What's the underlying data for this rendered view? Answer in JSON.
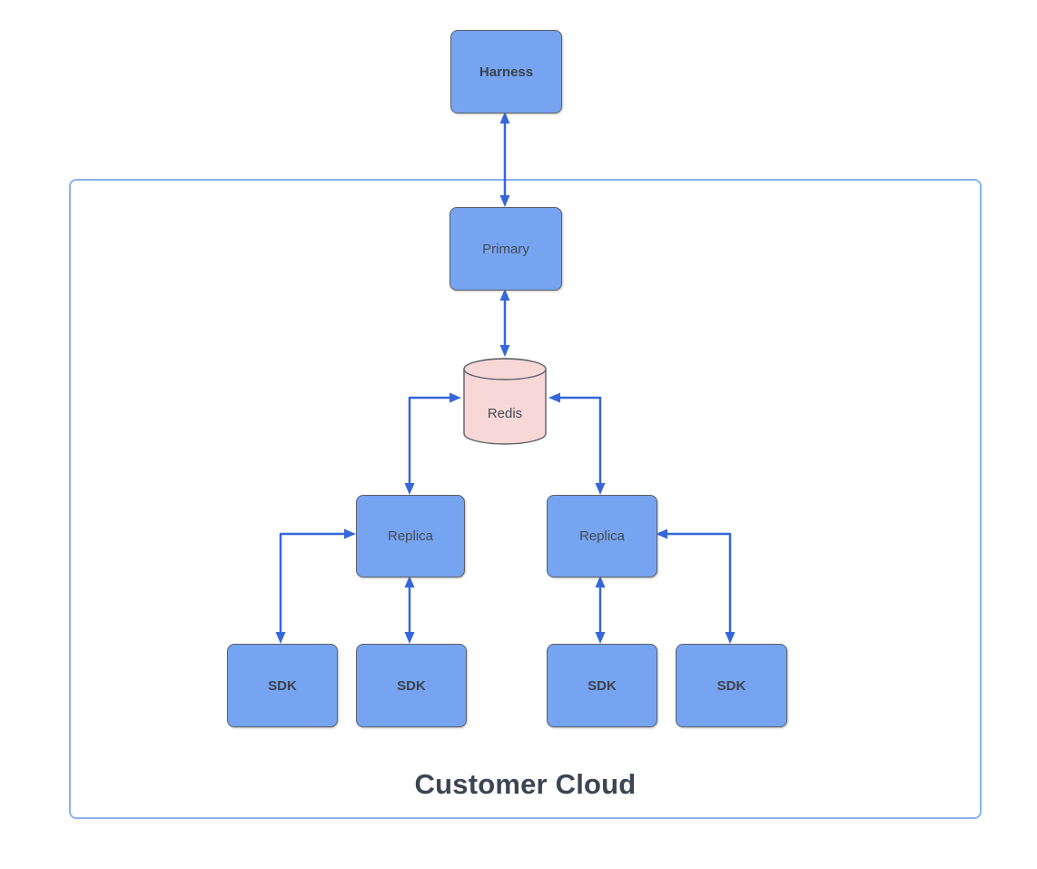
{
  "boundary": {
    "label": "Customer Cloud"
  },
  "nodes": {
    "harness": {
      "label": "Harness",
      "shape": "rectangle",
      "text_style": "bold"
    },
    "primary": {
      "label": "Primary",
      "shape": "rectangle",
      "text_style": "regular"
    },
    "redis": {
      "label": "Redis",
      "shape": "cylinder",
      "text_style": "regular"
    },
    "replica_left": {
      "label": "Replica",
      "shape": "rectangle",
      "text_style": "regular"
    },
    "replica_right": {
      "label": "Replica",
      "shape": "rectangle",
      "text_style": "regular"
    },
    "sdk_1": {
      "label": "SDK",
      "shape": "rectangle",
      "text_style": "bold"
    },
    "sdk_2": {
      "label": "SDK",
      "shape": "rectangle",
      "text_style": "bold"
    },
    "sdk_3": {
      "label": "SDK",
      "shape": "rectangle",
      "text_style": "bold"
    },
    "sdk_4": {
      "label": "SDK",
      "shape": "rectangle",
      "text_style": "bold"
    }
  },
  "connections": [
    {
      "from": "harness",
      "to": "primary",
      "style": "straight",
      "direction": "bidirectional"
    },
    {
      "from": "primary",
      "to": "redis",
      "style": "straight",
      "direction": "bidirectional"
    },
    {
      "from": "redis",
      "to": "replica_left",
      "style": "elbow",
      "direction": "bidirectional"
    },
    {
      "from": "redis",
      "to": "replica_right",
      "style": "elbow",
      "direction": "bidirectional"
    },
    {
      "from": "replica_left",
      "to": "sdk_1",
      "style": "elbow",
      "direction": "bidirectional"
    },
    {
      "from": "replica_left",
      "to": "sdk_2",
      "style": "straight",
      "direction": "bidirectional"
    },
    {
      "from": "replica_right",
      "to": "sdk_3",
      "style": "straight",
      "direction": "bidirectional"
    },
    {
      "from": "replica_right",
      "to": "sdk_4",
      "style": "elbow",
      "direction": "bidirectional"
    }
  ],
  "colors": {
    "background": "#ffffff",
    "node_fill": "#76a4f0",
    "node_stroke": "#5b5f66",
    "db_fill": "#f8d7d7",
    "db_stroke": "#5b5f66",
    "arrow": "#3567d8",
    "boundary_stroke": "#8ab1f7",
    "label_text": "#454b54",
    "label_text_bold": "#3d434d",
    "title_text": "#3b4553"
  }
}
